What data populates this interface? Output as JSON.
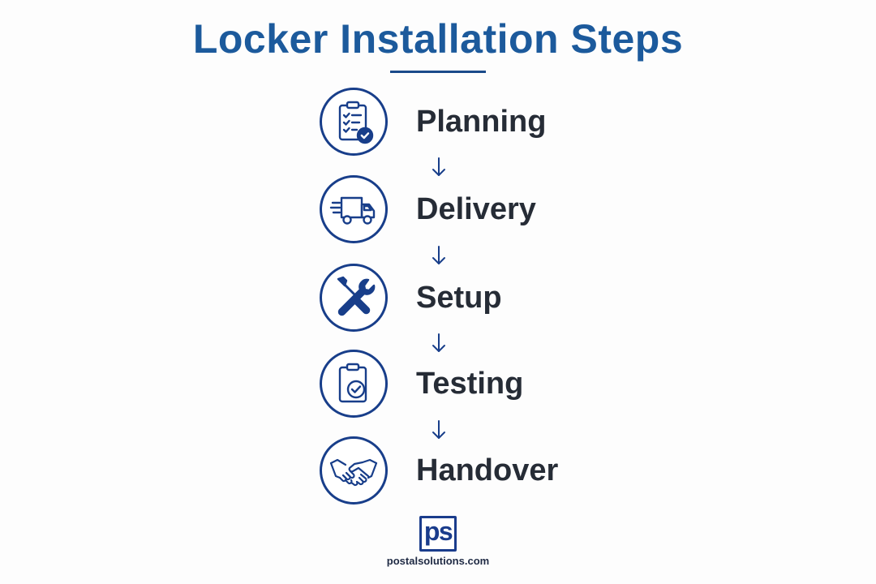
{
  "title": "Locker Installation Steps",
  "steps": [
    {
      "label": "Planning",
      "icon": "clipboard-checklist-icon"
    },
    {
      "label": "Delivery",
      "icon": "delivery-truck-icon"
    },
    {
      "label": "Setup",
      "icon": "wrench-screwdriver-icon"
    },
    {
      "label": "Testing",
      "icon": "clipboard-check-icon"
    },
    {
      "label": "Handover",
      "icon": "handshake-icon"
    }
  ],
  "connector_icon": "down-arrow-icon",
  "logo": {
    "text": "ps"
  },
  "website": "postalsolutions.com",
  "colors": {
    "title": "#1c5a9c",
    "accent": "#183e8a",
    "label": "#262c36"
  }
}
